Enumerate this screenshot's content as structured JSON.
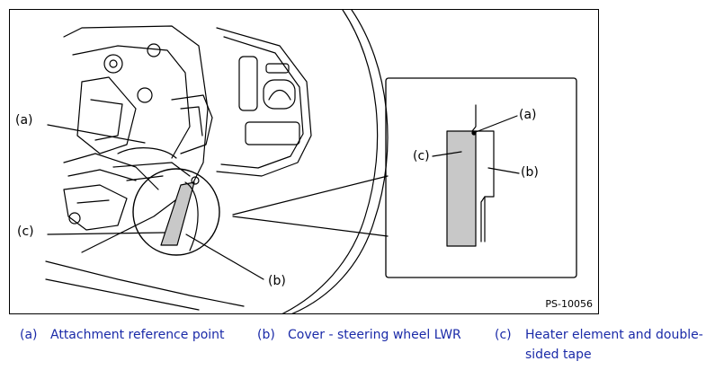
{
  "figure": {
    "callouts": {
      "a": "(a)",
      "b": "(b)",
      "c": "(c)"
    },
    "figure_code": "PS-10056"
  },
  "legend": {
    "items": [
      {
        "key": "(a)",
        "text": "Attachment reference point"
      },
      {
        "key": "(b)",
        "text": "Cover - steering wheel LWR"
      },
      {
        "key": "(c)",
        "text": "Heater element and double-sided tape"
      }
    ]
  },
  "colors": {
    "legend_text": "#1a2aa8",
    "heater_fill": "#c8c8c8",
    "line": "#000000"
  }
}
